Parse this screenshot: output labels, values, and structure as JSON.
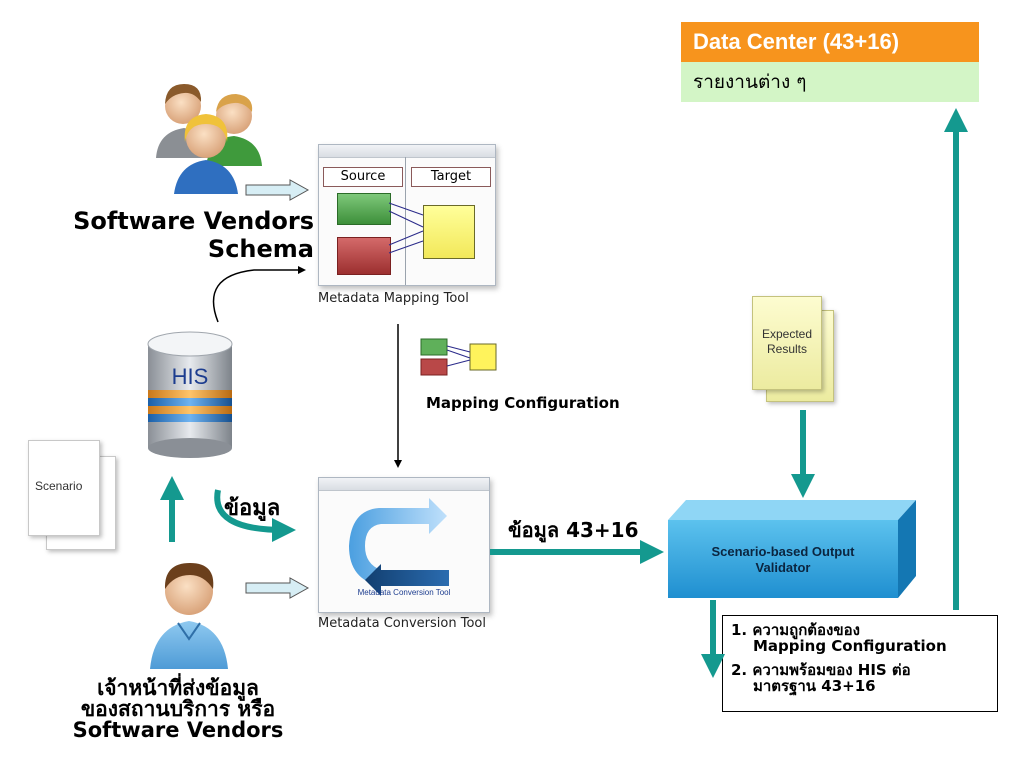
{
  "data_center": {
    "title": "Data Center (43+16)",
    "subtitle": "รายงานต่าง ๆ"
  },
  "vendors": {
    "line1": "Software Vendors",
    "line2": "Schema"
  },
  "mapping_tool": {
    "source_label": "Source",
    "target_label": "Target",
    "caption": "Metadata Mapping Tool"
  },
  "mapping_config": {
    "label": "Mapping Configuration"
  },
  "his": {
    "label": "HIS"
  },
  "scenario": {
    "label": "Scenario"
  },
  "data_label": "ข้อมูล",
  "conversion_tool": {
    "inner_label": "Metadata Conversion Tool",
    "caption": "Metadata Conversion Tool"
  },
  "data_43_16": "ข้อมูล 43+16",
  "expected_results": {
    "line1": "Expected",
    "line2": "Results"
  },
  "validator": {
    "line1": "Scenario-based Output",
    "line2": "Validator"
  },
  "notes": {
    "item1_l1": "1. ความถูกต้องของ",
    "item1_l2": "Mapping Configuration",
    "item2_l1": "2. ความพร้อมของ HIS ต่อ",
    "item2_l2": "มาตรฐาน 43+16"
  },
  "officer": {
    "line1": "เจ้าหน้าที่ส่งข้อมูล",
    "line2": "ของสถานบริการ หรือ",
    "line3": "Software Vendors"
  },
  "colors": {
    "teal": "#14998f",
    "orange": "#f7941d",
    "light_green": "#d3f5c6",
    "validator_blue": "#2ea6dc"
  }
}
